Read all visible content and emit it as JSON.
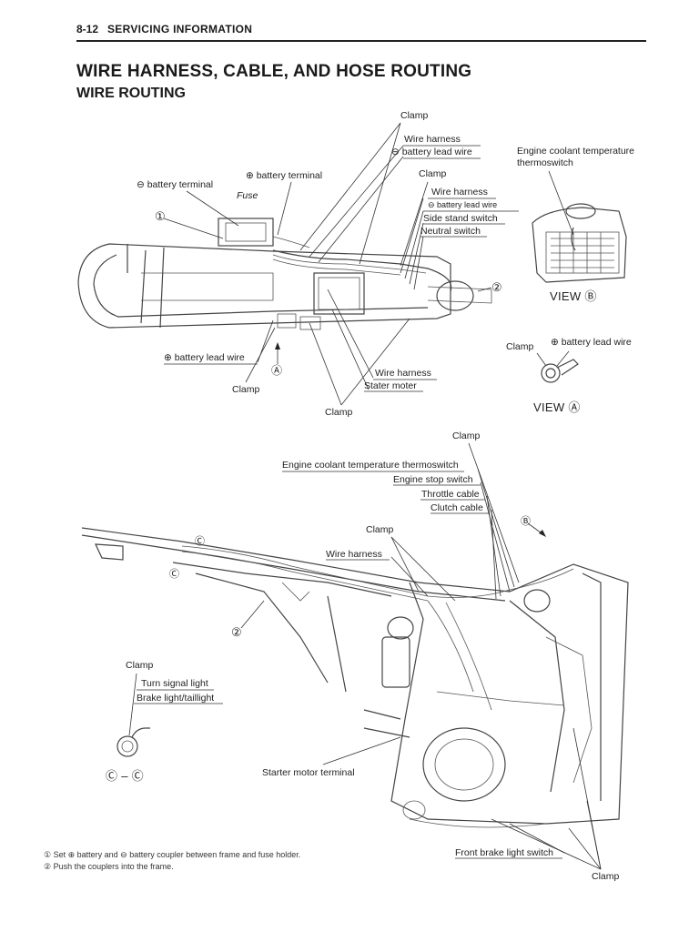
{
  "header": {
    "page_number": "8-12",
    "section": "SERVICING INFORMATION"
  },
  "title": "WIRE HARNESS, CABLE, AND HOSE ROUTING",
  "subtitle": "WIRE ROUTING",
  "top_labels": {
    "clamp_top": "Clamp",
    "wire_harness_1": "Wire harness",
    "neg_batt_lead_1": "⊖ battery lead wire",
    "pos_batt_terminal": "⊕ battery terminal",
    "neg_batt_terminal": "⊖ battery terminal",
    "fuse": "Fuse",
    "marker_1": "①",
    "clamp_mid": "Clamp",
    "wire_harness_2": "Wire harness",
    "neg_batt_lead_2": "⊖ battery lead wire",
    "side_stand_switch": "Side stand switch",
    "neutral_switch": "Neutral switch",
    "marker_2": "②",
    "pos_batt_lead": "⊕ battery lead wire",
    "marker_a": "Ⓐ",
    "clamp_bottom_left": "Clamp",
    "wire_harness_3": "Wire harness",
    "stater_moter": "Stater moter",
    "clamp_bottom": "Clamp"
  },
  "view_b": {
    "label": "Engine coolant temperature thermoswitch",
    "title": "VIEW Ⓑ"
  },
  "view_a": {
    "clamp": "Clamp",
    "pos_batt_lead": "⊕ battery lead wire",
    "title": "VIEW Ⓐ"
  },
  "side_labels": {
    "clamp_top": "Clamp",
    "coolant_thermoswitch": "Engine coolant temperature thermoswitch",
    "engine_stop_switch": "Engine stop switch",
    "throttle_cable": "Throttle cable",
    "clutch_cable": "Clutch cable",
    "marker_b": "Ⓑ",
    "marker_c": "Ⓒ",
    "clamp_mid": "Clamp",
    "wire_harness": "Wire harness",
    "marker_2": "②",
    "clamp_left": "Clamp",
    "turn_signal_light": "Turn signal light",
    "brake_taillight": "Brake light/taillight",
    "section_cc": "Ⓒ – Ⓒ",
    "starter_motor_terminal": "Starter motor terminal",
    "front_brake_light_switch": "Front brake light switch",
    "clamp_bottom": "Clamp"
  },
  "footnotes": [
    "① Set ⊕ battery and ⊖ battery coupler between frame and fuse holder.",
    "② Push the couplers into the frame."
  ]
}
